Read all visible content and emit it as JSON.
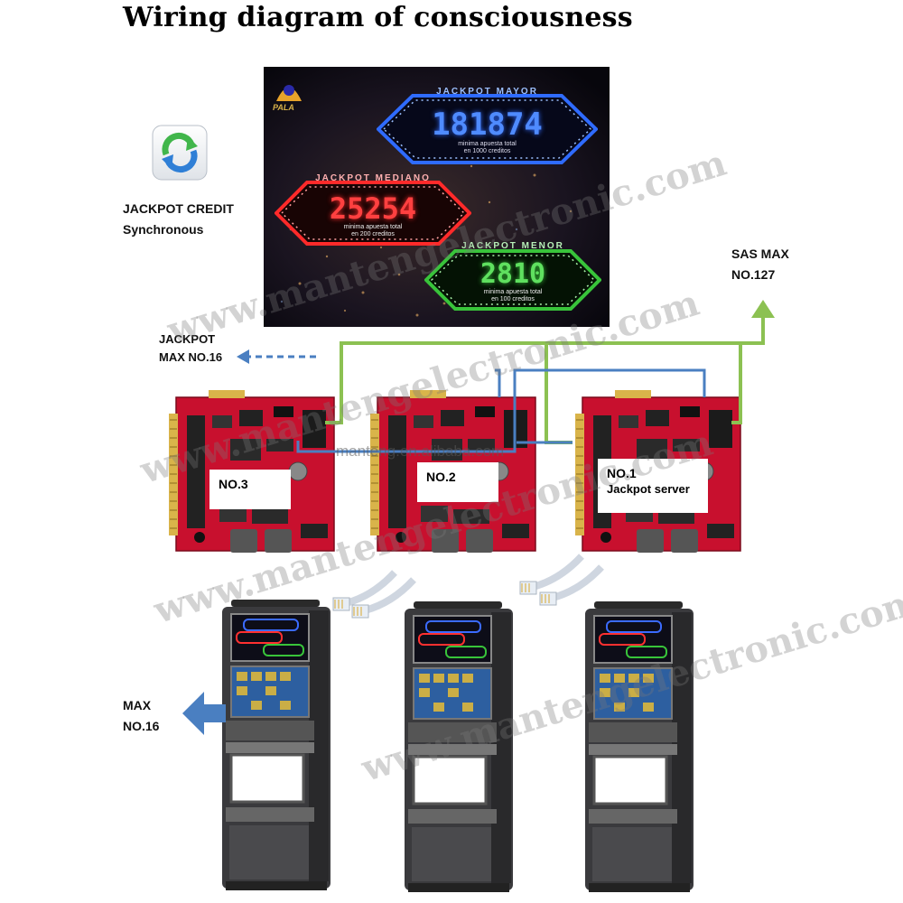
{
  "title": "Wiring diagram of consciousness",
  "sync_label": {
    "line1": "JACKPOT CREDIT",
    "line2": "Synchronous"
  },
  "sas_label": {
    "line1": "SAS MAX",
    "line2": "NO.127"
  },
  "jackpot_max_label": {
    "line1": "JACKPOT",
    "line2": "MAX NO.16"
  },
  "max_label": {
    "line1": "MAX",
    "line2": "NO.16"
  },
  "display": {
    "logo_text": "PALA",
    "jackpots": [
      {
        "name": "JACKPOT MAYOR",
        "value": "181874",
        "note1": "minima apuesta total",
        "note2": "en 1000 creditos",
        "color": "#2f6bff"
      },
      {
        "name": "JACKPOT MEDIANO",
        "value": "25254",
        "note1": "minima apuesta total",
        "note2": "en 200 creditos",
        "color": "#ff2a2a"
      },
      {
        "name": "JACKPOT MENOR",
        "value": "2810",
        "note1": "minima apuesta total",
        "note2": "en 100 creditos",
        "color": "#38c43a"
      }
    ]
  },
  "boards": [
    {
      "label": "NO.3",
      "sublabel": ""
    },
    {
      "label": "NO.2",
      "sublabel": ""
    },
    {
      "label": "NO.1",
      "sublabel": "Jackpot server"
    }
  ],
  "watermarks": {
    "main": "www.mantengelectronic.com",
    "center": "manteng.en.alibaba.com"
  },
  "colors": {
    "green_wire": "#8cc152",
    "blue_wire": "#4a7fc1",
    "board": "#c8102e",
    "arrow": "#4a7fc1"
  },
  "icons": {
    "sync": "sync-arrows-icon"
  }
}
